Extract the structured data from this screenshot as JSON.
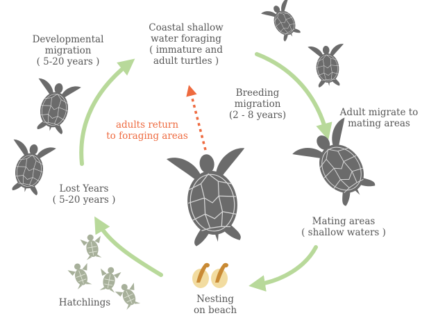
{
  "colors": {
    "arrow_green": "#b8d99a",
    "arrow_orange": "#ee6a3f",
    "turtle_dark": "#6b6b6b",
    "turtle_line": "#d8d8d8",
    "hatchling": "#a7b09a",
    "egg_fill": "#f2dca0",
    "egg_yolk": "#c98a35",
    "text": "#555555"
  },
  "labels": {
    "coastal": [
      "Coastal shallow",
      "water foraging",
      "( immature and",
      "adult turtles )"
    ],
    "developmental": [
      "Developmental",
      "migration",
      "( 5-20 years )"
    ],
    "breeding": [
      "Breeding",
      "migration",
      "(2 - 8 years)"
    ],
    "adult_migrate": [
      "Adult migrate to",
      "mating areas"
    ],
    "adults_return": [
      "adults return",
      "to foraging areas"
    ],
    "lost_years": [
      "Lost Years",
      "( 5-20 years )"
    ],
    "mating_areas": [
      "Mating areas",
      "( shallow waters )"
    ],
    "hatchlings": [
      "Hatchlings"
    ],
    "nesting": [
      "Nesting",
      "on beach"
    ]
  },
  "icons": [
    "turtle-icon",
    "hatchling-icon",
    "egg-icon"
  ]
}
